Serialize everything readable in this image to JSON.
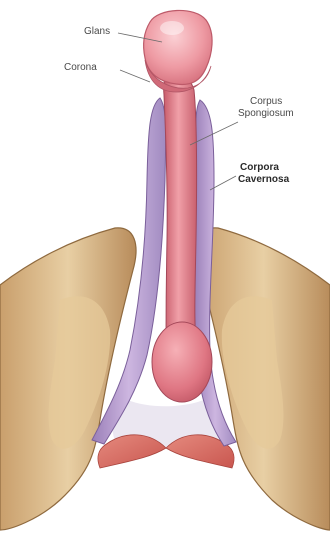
{
  "labels": {
    "glans": "Glans",
    "corona": "Corona",
    "corpus_spongiosum_line1": "Corpus",
    "corpus_spongiosum_line2": "Spongiosum",
    "corpora_cavernosa_line1": "Corpora",
    "corpora_cavernosa_line2": "Cavernosa"
  },
  "colors": {
    "bone": "#d9b889",
    "bone_shadow": "#b08757",
    "cavernosa": "#b79ad0",
    "spongiosum": "#e07f8c",
    "glans": "#ef9aa4",
    "muscle": "#d9665d",
    "leader": "#6a6a6a"
  }
}
